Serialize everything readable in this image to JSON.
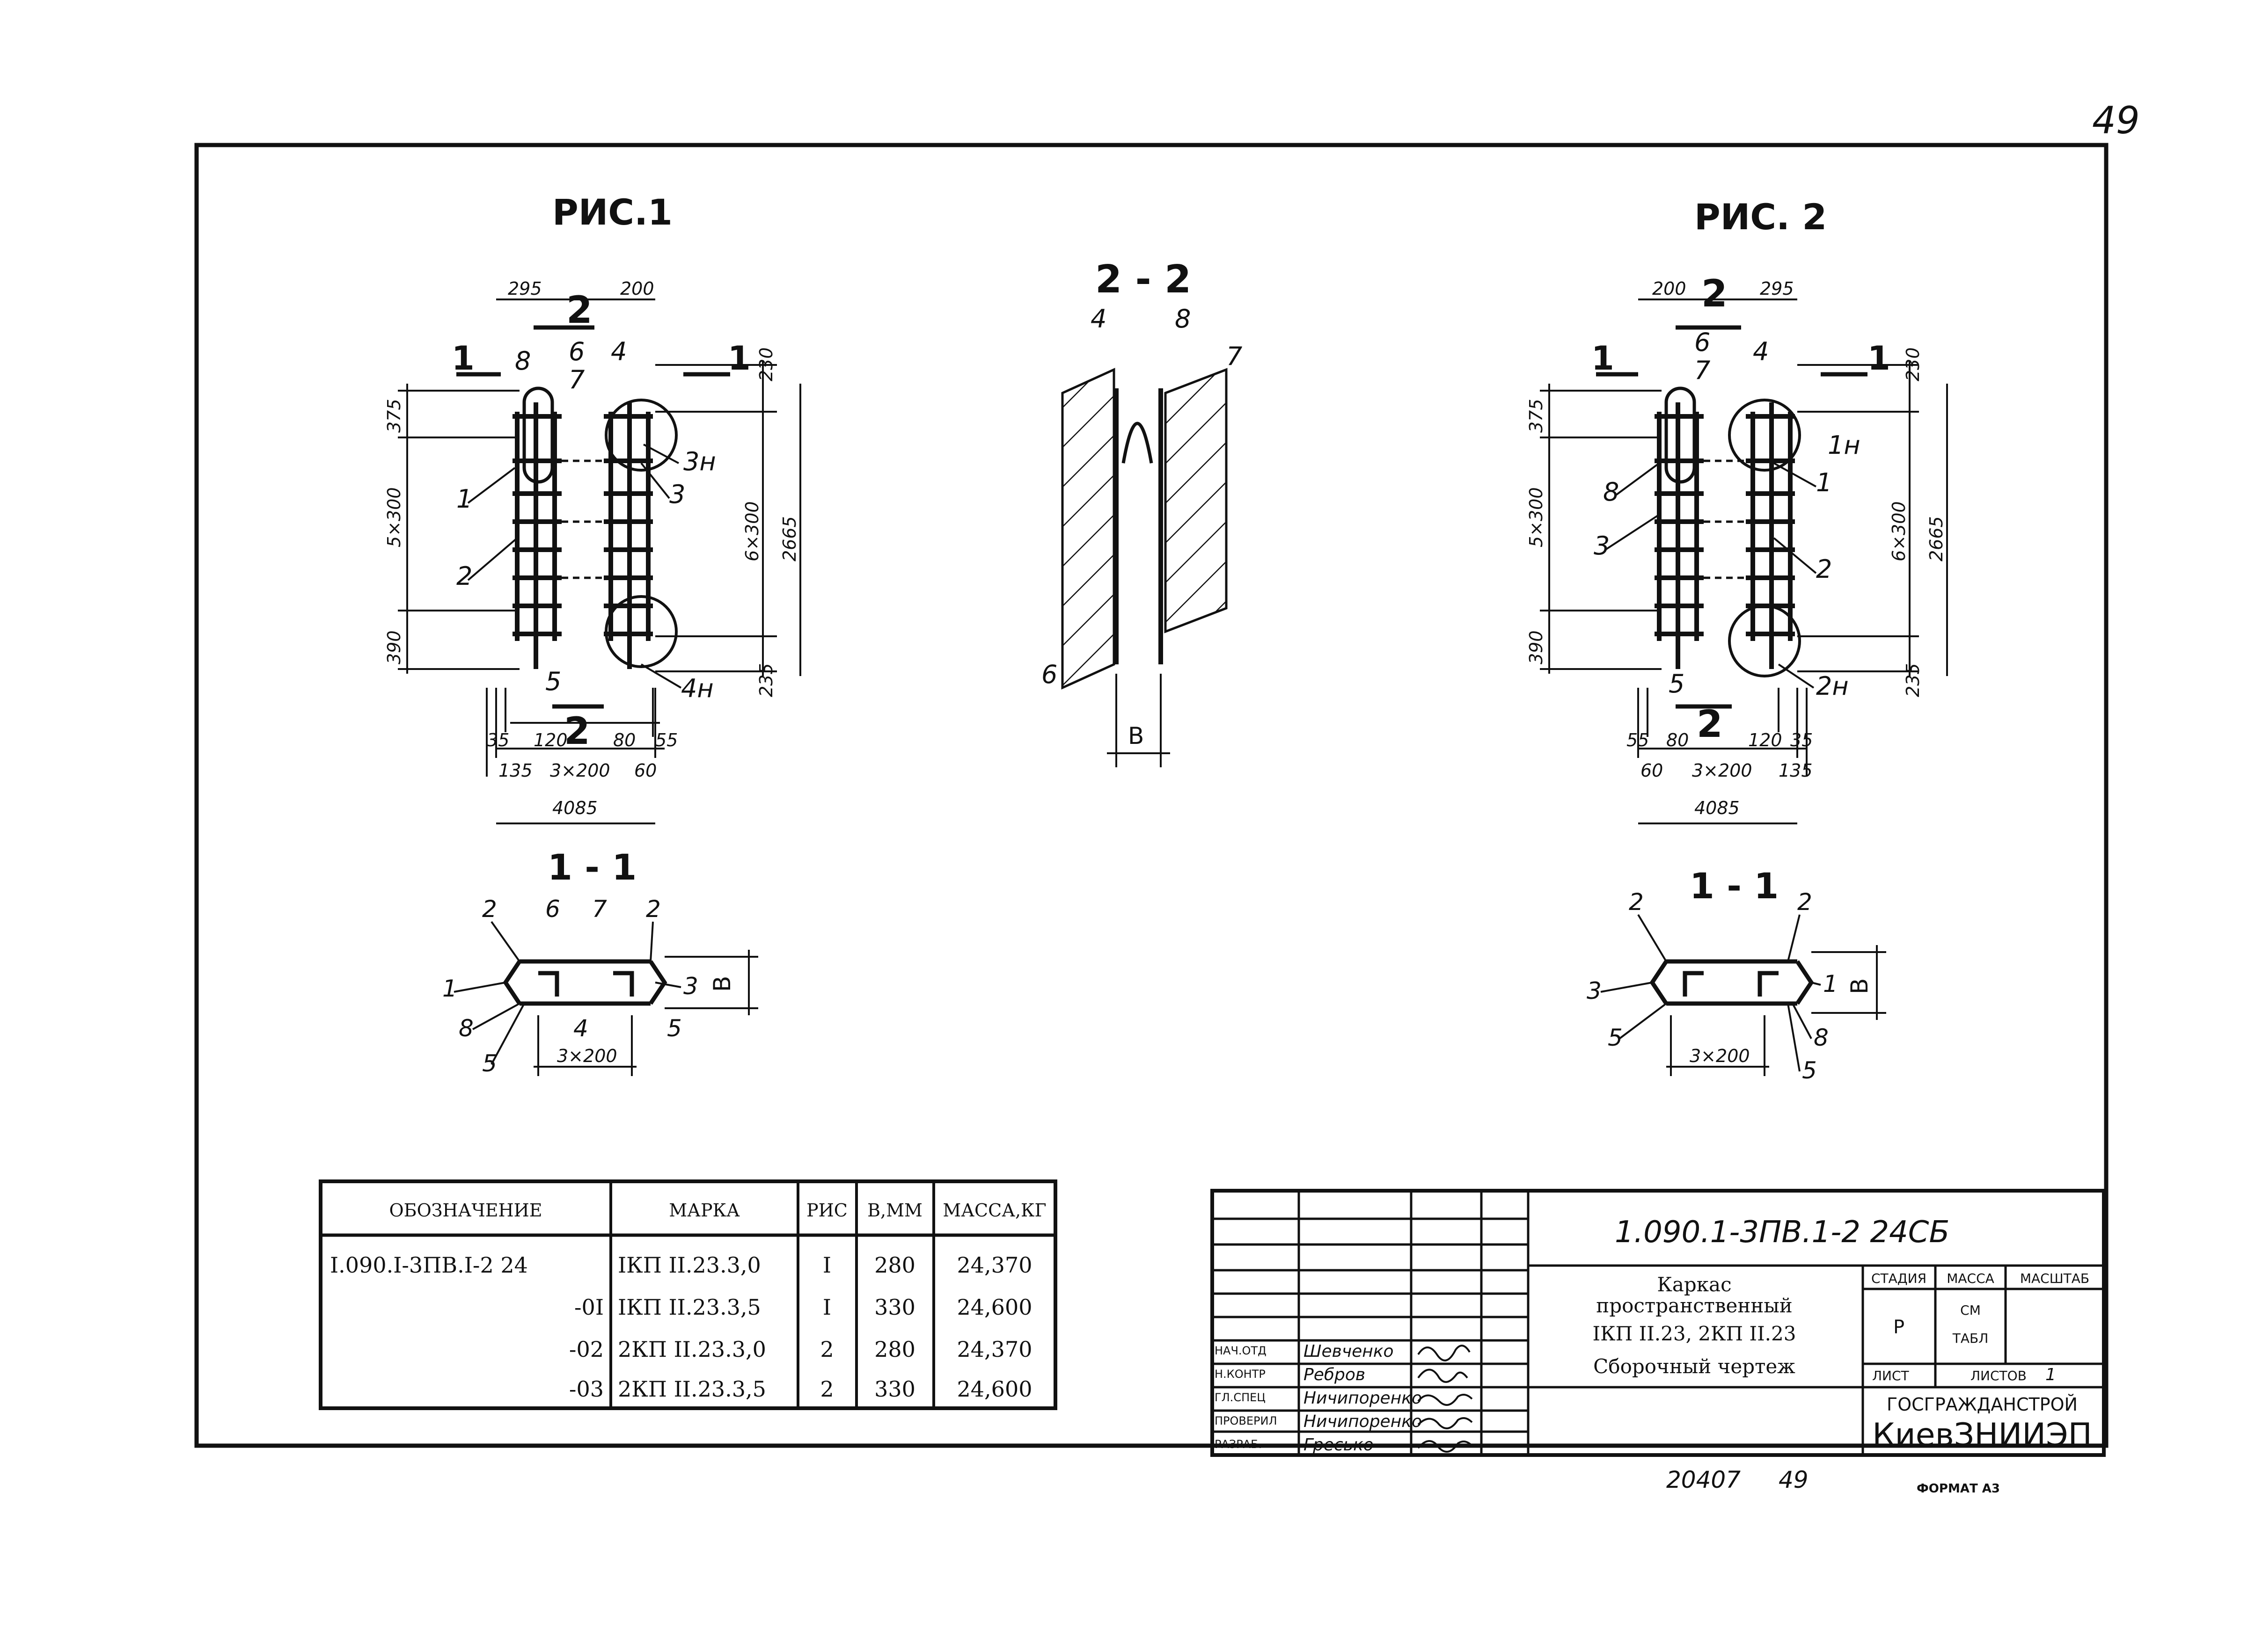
{
  "page_number_top": "49",
  "fig1": {
    "title": "РИС.1",
    "dims": {
      "d295": "295",
      "d200": "200",
      "d230": "230",
      "d375": "375",
      "d5x300": "5×300",
      "d390": "390",
      "d6x300": "6×300",
      "d2665": "2665",
      "d235": "235",
      "d35": "35",
      "d120": "120",
      "d80": "80",
      "d55": "55",
      "d135": "135",
      "d3x200": "3×200",
      "d60": "60",
      "d4085": "4085"
    },
    "cuts": {
      "c1": "1",
      "c2": "2"
    },
    "marks": {
      "m8": "8",
      "m6": "6",
      "m7": "7",
      "m4": "4",
      "m1": "1",
      "m2": "2",
      "m3": "3",
      "m3n": "3н",
      "m5": "5",
      "m4n": "4н"
    }
  },
  "fig2": {
    "title": "РИС. 2",
    "dims": {
      "d200": "200",
      "d295": "295",
      "d230": "230",
      "d375": "375",
      "d5x300": "5×300",
      "d390": "390",
      "d6x300": "6×300",
      "d2665": "2665",
      "d235": "235",
      "d55": "55",
      "d80": "80",
      "d120": "120",
      "d35": "35",
      "d60": "60",
      "d3x200": "3×200",
      "d135": "135",
      "d4085": "4085"
    },
    "cuts": {
      "c1": "1",
      "c2": "2"
    },
    "marks": {
      "m6": "6",
      "m7": "7",
      "m4": "4",
      "m1n": "1н",
      "m1": "1",
      "m8": "8",
      "m3": "3",
      "m2": "2",
      "m5": "5",
      "m2n": "2н"
    }
  },
  "section22": {
    "title": "2 - 2",
    "marks": {
      "m4": "4",
      "m8": "8",
      "m7": "7",
      "m6": "6"
    },
    "dim_b": "В"
  },
  "section11_left": {
    "title": "1 - 1",
    "marks": {
      "m2a": "2",
      "m6": "6",
      "m7": "7",
      "m2b": "2",
      "m1": "1",
      "m3": "3",
      "m8": "8",
      "m4": "4",
      "m5b": "5",
      "m5a": "5"
    },
    "dim_b": "В",
    "dim_3x200": "3×200"
  },
  "section11_right": {
    "title": "1 - 1",
    "marks": {
      "m2a": "2",
      "m2b": "2",
      "m3": "3",
      "m1": "1",
      "m5a": "5",
      "m8": "8",
      "m5b": "5"
    },
    "dim_b": "В",
    "dim_3x200": "3×200"
  },
  "spec_table": {
    "headers": [
      "ОБОЗНАЧЕНИЕ",
      "МАРКА",
      "РИС",
      "В,ММ",
      "МАССА,КГ"
    ],
    "rows": [
      [
        "I.090.I-3ПВ.I-2 24",
        "IКП II.23.3,0",
        "I",
        "280",
        "24,370"
      ],
      [
        "-0I",
        "IКП II.23.3,5",
        "I",
        "330",
        "24,600"
      ],
      [
        "-02",
        "2КП II.23.3,0",
        "2",
        "280",
        "24,370"
      ],
      [
        "-03",
        "2КП II.23.3,5",
        "2",
        "330",
        "24,600"
      ]
    ]
  },
  "title_block": {
    "code": "1.090.1-3ПВ.1-2   24СБ",
    "title_line1": "Каркас",
    "title_line2": "пространственный",
    "title_line3": "IКП II.23, 2КП II.23",
    "title_line4": "Сборочный чертеж",
    "stage_label": "СТАДИЯ",
    "mass_label": "МАССА",
    "scale_label": "МАСШТАБ",
    "stage_value": "Р",
    "mass_value_1": "СМ",
    "mass_value_2": "ТАБЛ",
    "sheet_label": "ЛИСТ",
    "sheets_label": "ЛИСТОВ",
    "sheets_value": "1",
    "org_line1": "ГОСГРАЖДАНСТРОЙ",
    "org_line2": "КиевЗНИИЭП",
    "signatures": [
      {
        "role": "НАЧ.ОТД",
        "name": "Шевченко"
      },
      {
        "role": "Н.КОНТР",
        "name": "Ребров"
      },
      {
        "role": "ГЛ.СПЕЦ",
        "name": "Ничипоренко"
      },
      {
        "role": "ПРОВЕРИЛ",
        "name": "Ничипоренко"
      },
      {
        "role": "РАЗРАБ.",
        "name": "Гресько"
      }
    ]
  },
  "footer": {
    "inv_number": "20407",
    "page": "49",
    "format": "ФОРМАТ А3"
  }
}
